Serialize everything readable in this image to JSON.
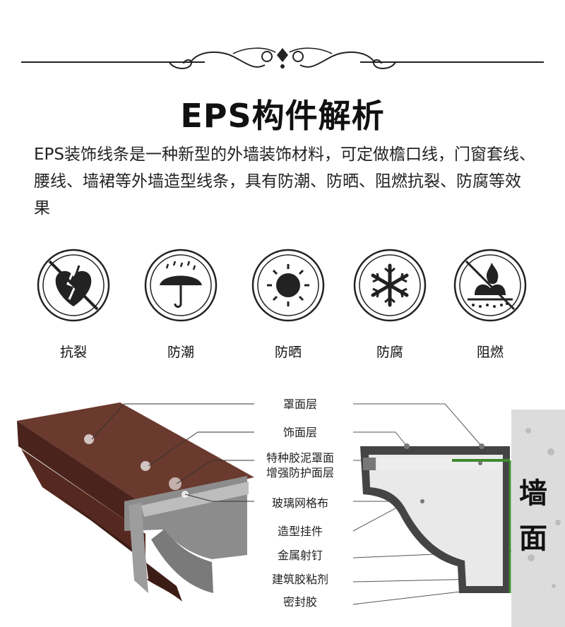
{
  "header": {
    "title": "EPS构件解析",
    "description": "EPS装饰线条是一种新型的外墙装饰材料，可定做檐口线，门窗套线、腰线、墙裙等外墙造型线条，具有防潮、防晒、阻燃抗裂、防腐等效果"
  },
  "features": [
    {
      "label": "抗裂",
      "icon": "crack-heart-icon"
    },
    {
      "label": "防潮",
      "icon": "umbrella-rain-icon"
    },
    {
      "label": "防晒",
      "icon": "sun-icon"
    },
    {
      "label": "防腐",
      "icon": "snowflake-icon"
    },
    {
      "label": "阻燃",
      "icon": "flame-icon"
    }
  ],
  "layers": [
    {
      "label": "罩面层"
    },
    {
      "label": "饰面层"
    },
    {
      "label": "特种胶泥罩面\n增强防护面层"
    },
    {
      "label": "玻璃网格布"
    },
    {
      "label": "造型挂件"
    },
    {
      "label": "金属射钉"
    },
    {
      "label": "建筑胶粘剂"
    },
    {
      "label": "密封胶"
    }
  ],
  "wall": {
    "char1": "墙",
    "char2": "面"
  },
  "colors": {
    "brown": "#5a2e24",
    "grey": "#8d8d8d",
    "green": "#3f8a2f",
    "line": "#333333"
  }
}
